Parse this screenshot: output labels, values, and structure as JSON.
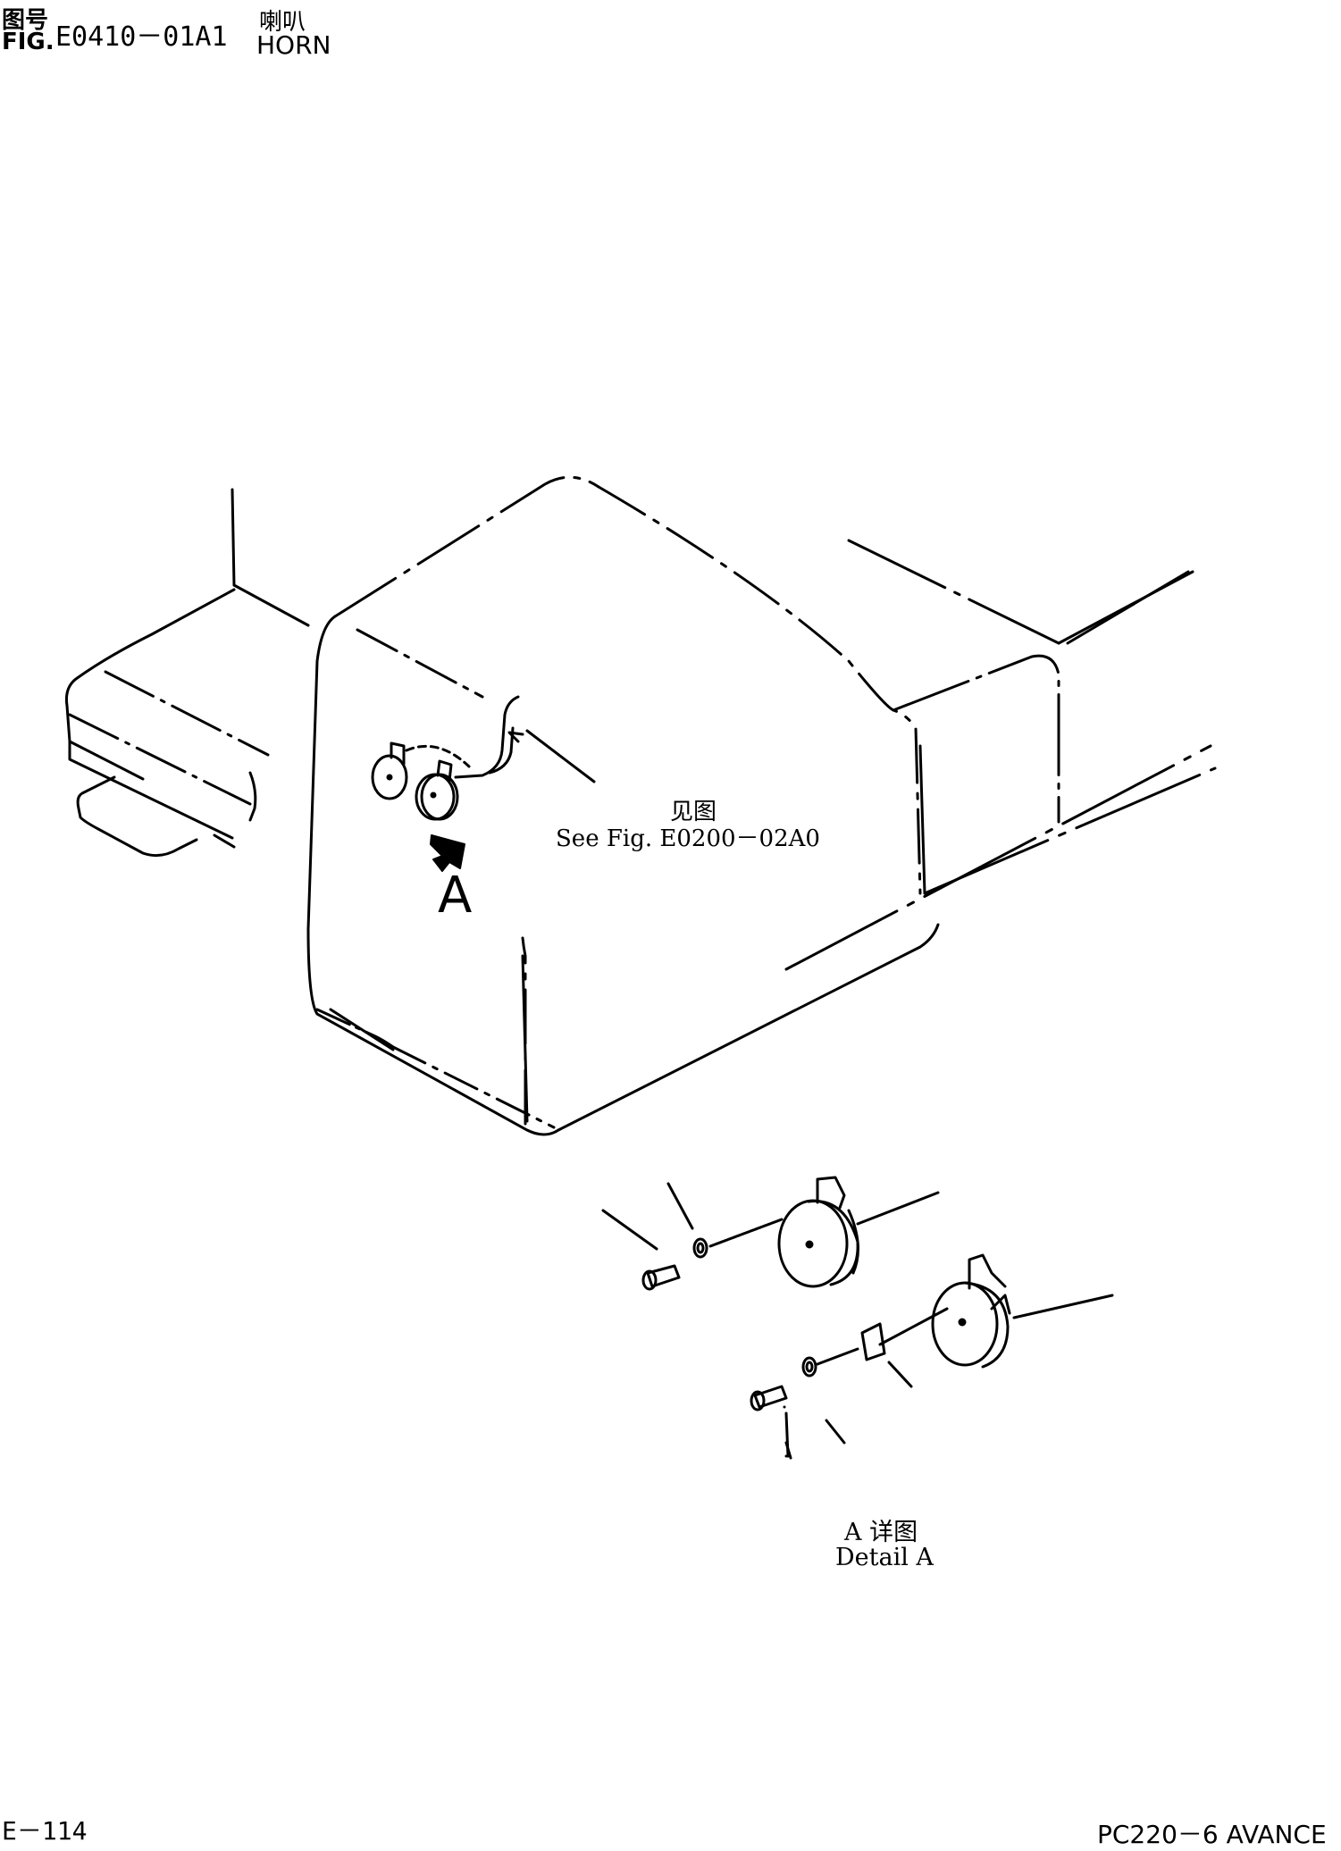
{
  "header": {
    "fig_label_cn": "图号",
    "fig_label_en": "FIG.",
    "fig_number": "E0410－01A1",
    "title_cn": "喇叭",
    "title_en": "HORN"
  },
  "callouts": {
    "see_cn": "见图",
    "see_en": "See Fig. E0200－02A0",
    "view_letter": "A"
  },
  "detail": {
    "label_cn": "A 详图",
    "label_en": "Detail A"
  },
  "footer": {
    "page_number": "E－114",
    "model": "PC220－6 AVANCE"
  }
}
